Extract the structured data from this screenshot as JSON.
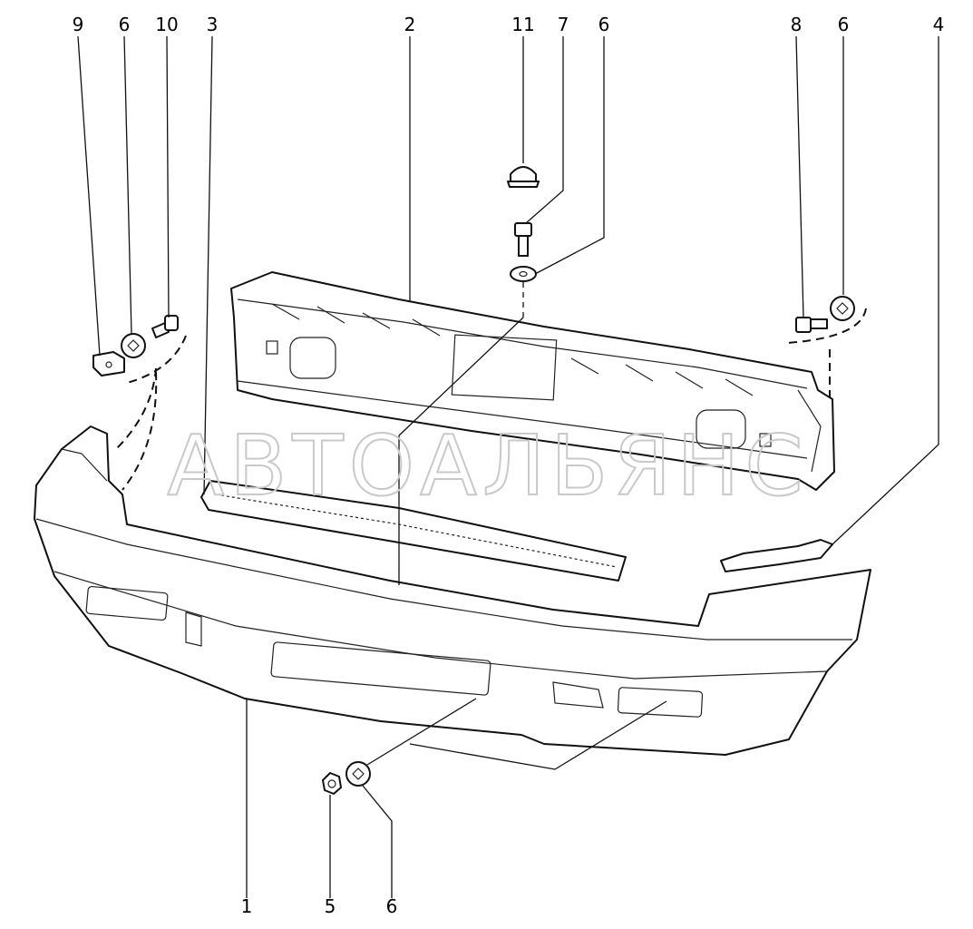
{
  "watermark": "АВТОАЛЬЯНС",
  "callouts": [
    {
      "id": "9",
      "label": "9"
    },
    {
      "id": "6a",
      "label": "6"
    },
    {
      "id": "10",
      "label": "10"
    },
    {
      "id": "3",
      "label": "3"
    },
    {
      "id": "2",
      "label": "2"
    },
    {
      "id": "11",
      "label": "11"
    },
    {
      "id": "7",
      "label": "7"
    },
    {
      "id": "6b",
      "label": "6"
    },
    {
      "id": "8",
      "label": "8"
    },
    {
      "id": "6c",
      "label": "6"
    },
    {
      "id": "4",
      "label": "4"
    },
    {
      "id": "1",
      "label": "1"
    },
    {
      "id": "5",
      "label": "5"
    },
    {
      "id": "6d",
      "label": "6"
    }
  ]
}
